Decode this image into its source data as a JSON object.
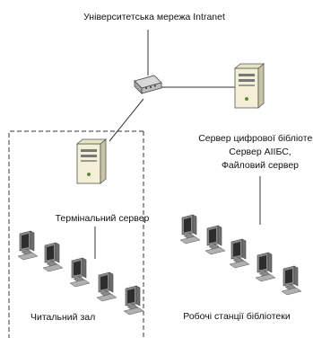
{
  "diagram": {
    "intranet_label": "Університетська мережа Intranet",
    "terminal_server_label": "Термінальний сервер",
    "library_server_lines": [
      "Сервер цифрової бібліотеки",
      "Сервер АІІБС,",
      "Файловий сервер"
    ],
    "reading_room_label": "Читальний зал",
    "workstations_label": "Робочі станції бібліотеки"
  },
  "icons": {
    "switch": "network-switch-icon",
    "server": "tower-server-icon",
    "workstation": "computer-monitor-icon"
  },
  "colors": {
    "server_body": "#f2efd6",
    "server_shadow": "#c9c4a3",
    "monitor_frame": "#8a8a8a",
    "monitor_screen": "#2d2d2d",
    "line": "#333333"
  }
}
